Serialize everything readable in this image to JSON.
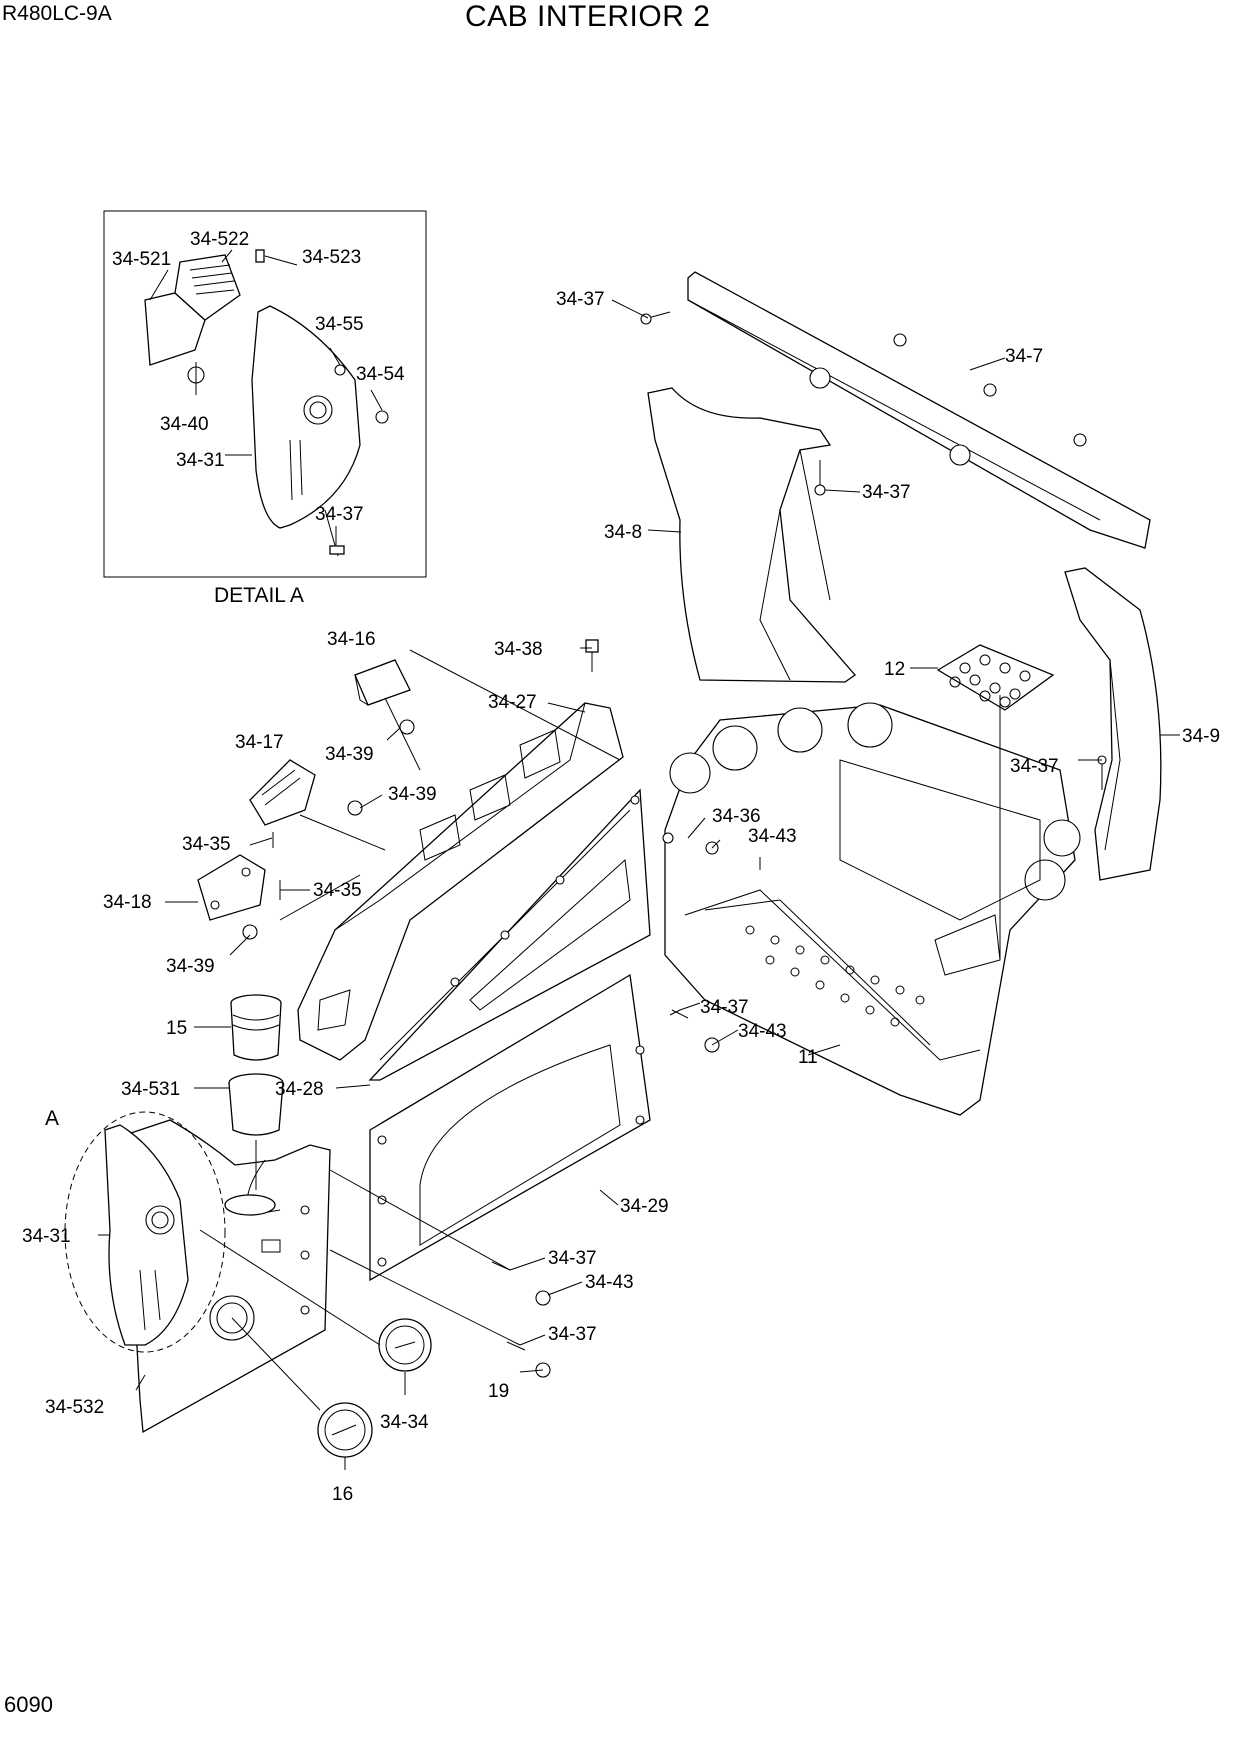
{
  "header": {
    "model": "R480LC-9A",
    "title": "CAB INTERIOR 2"
  },
  "footer": {
    "page_number": "6090"
  },
  "detail": {
    "caption": "DETAIL A",
    "marker": "A"
  },
  "callouts": [
    "34-7",
    "34-37",
    "34-8",
    "34-37",
    "34-9",
    "34-37",
    "12",
    "34-38",
    "34-27",
    "34-16",
    "34-39",
    "34-17",
    "34-39",
    "34-35",
    "34-35",
    "34-18",
    "34-39",
    "34-36",
    "34-43",
    "34-37",
    "34-43",
    "11",
    "15",
    "34-531",
    "34-28",
    "34-29",
    "34-31",
    "34-37",
    "34-43",
    "34-37",
    "19",
    "34-34",
    "34-532",
    "16",
    "34-521",
    "34-522",
    "34-523",
    "34-55",
    "34-54",
    "34-40",
    "34-31",
    "34-37"
  ]
}
